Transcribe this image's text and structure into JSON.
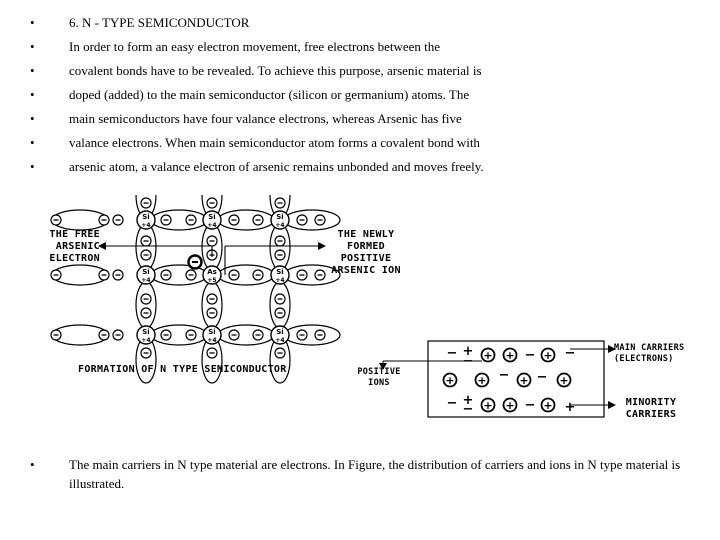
{
  "bullets": [
    "6.  N - TYPE SEMICONDUCTOR",
    "In order to form an easy electron movement, free electrons between the",
    "covalent bonds have to be revealed. To achieve this purpose, arsenic material is",
    "doped (added) to the main semiconductor (silicon or germanium) atoms. The",
    "main semiconductors have four valance electrons, whereas Arsenic has five",
    "valance electrons. When main semiconductor atom forms a covalent bond with",
    "arsenic atom, a valance electron of arsenic remains unbonded and moves freely."
  ],
  "bullet_symbol": "•",
  "last_bullet": "The main carriers in N type material are electrons. In Figure, the distribution of carriers and ions in N type material is illustrated.",
  "lattice_figure": {
    "label_free_line1": "THE FREE",
    "label_free_line2": "ARSENIC",
    "label_free_line3": "ELECTRON",
    "label_new_line1": "THE NEWLY",
    "label_new_line2": "FORMED",
    "label_new_line3": "POSITIVE",
    "label_new_line4": "ARSENIC ION",
    "caption": "FORMATION OF N TYPE SEMICONDUCTOR",
    "si_symbol": "Si",
    "si_charge": "+4",
    "as_symbol": "As",
    "as_charge": "+5",
    "electron_symbol": "−"
  },
  "carrier_figure": {
    "label_main_line1": "MAIN CARRIERS",
    "label_main_line2": "(ELECTRONS)",
    "label_pos_line1": "POSITIVE",
    "label_pos_line2": "IONS",
    "label_min_line1": "MINORITY",
    "label_min_line2": "CARRIERS",
    "ion_symbol": "+",
    "electron_symbol": "−",
    "hole_symbol": "+"
  }
}
